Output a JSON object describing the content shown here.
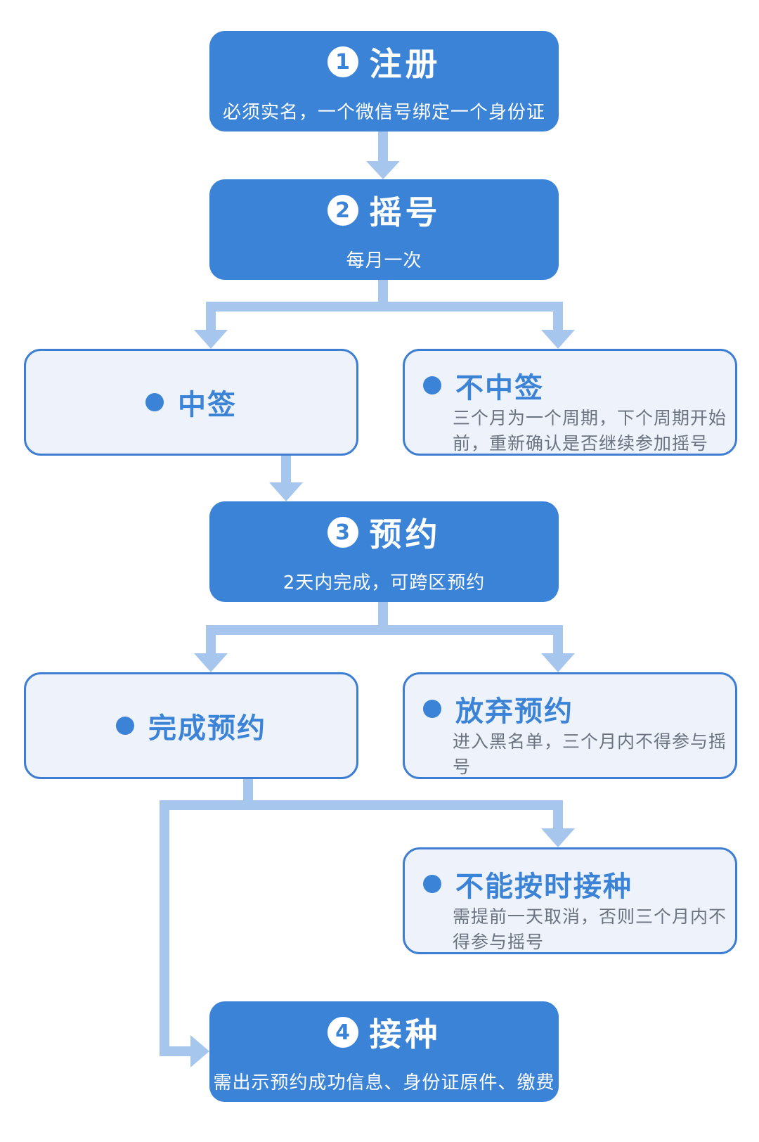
{
  "steps": [
    {
      "number": "1",
      "name": "注册",
      "desc": "必须实名，一个微信号绑定一个身份证"
    },
    {
      "number": "2",
      "name": "摇号",
      "desc": "每月一次"
    },
    {
      "number": "3",
      "name": "预约",
      "desc": "2天内完成，可跨区预约"
    },
    {
      "number": "4",
      "name": "接种",
      "desc": "需出示预约成功信息、身份证原件、缴费"
    }
  ],
  "outcomes": {
    "lottery_win": {
      "title": "中签"
    },
    "lottery_lose": {
      "title": "不中签",
      "desc": "三个月为一个周期，下个周期开始前，重新确认是否继续参加摇号"
    },
    "booking_done": {
      "title": "完成预约"
    },
    "booking_abandon": {
      "title": "放弃预约",
      "desc": "进入黑名单，三个月内不得参与摇号"
    },
    "cannot_attend": {
      "title": "不能按时接种",
      "desc": "需提前一天取消，否则三个月内不得参与摇号"
    }
  },
  "colors": {
    "primary": "#3b83d6",
    "connector": "#a7c6ee",
    "box_fill": "#eef3fb",
    "box_border": "#3d7dd2"
  }
}
